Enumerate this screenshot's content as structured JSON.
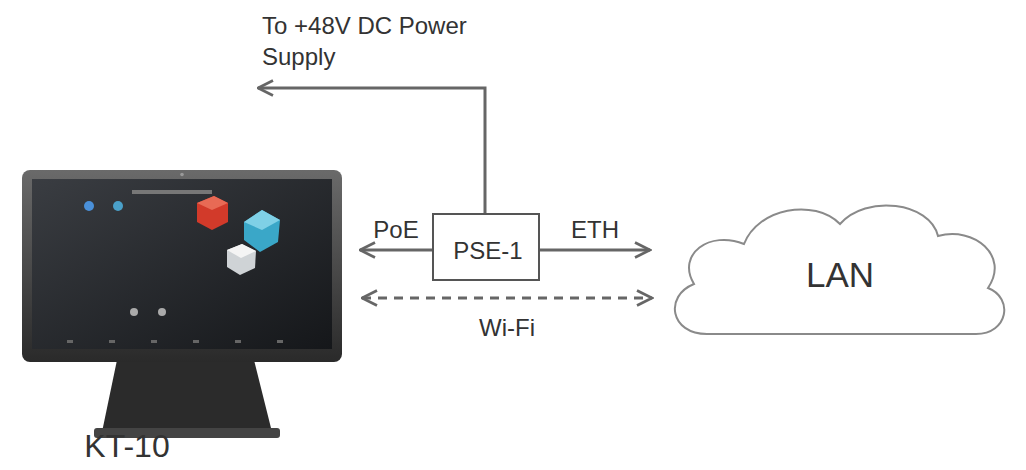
{
  "diagram": {
    "nodes": [
      {
        "text": [
          "KT-10"
        ]
      },
      {
        "text": [
          "PSE-1"
        ]
      },
      {
        "text": [
          "LAN"
        ]
      }
    ],
    "edges": [
      {
        "from": 1,
        "to": 0,
        "label": "PoE",
        "arrow": "to"
      },
      {
        "from": 1,
        "to": 2,
        "label": "ETH",
        "arrow": "to"
      },
      {
        "from": 0,
        "to": 2,
        "label": "Wi-Fi",
        "arrow": "both"
      }
    ],
    "labels": [
      "To +48V DC Power Supply"
    ]
  }
}
